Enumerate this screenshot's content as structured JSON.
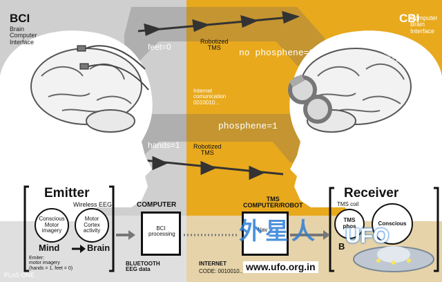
{
  "left": {
    "title": "BCI",
    "subtitle": "Brain\nComputer\nInterface",
    "motor_label": "Motor imagery"
  },
  "right": {
    "title": "CBI",
    "subtitle": "Computer\nBrain\nInterface",
    "light_label": "Light perception"
  },
  "top_beam": {
    "feet_label": "feet=0",
    "tms_label": "Robotized\nTMS",
    "phosphene_label": "no phosphene=0"
  },
  "middle": {
    "internet_label": "Internet\ncomunication\n0010010..."
  },
  "bottom_beam": {
    "hands_label": "hands=1",
    "tms_label": "Robotized\nTMS",
    "phosphene_label": "phosphene=1"
  },
  "emitter": {
    "title": "Emitter",
    "wireless": "Wireless EEG",
    "conscious": "Conscious\nMotor\nimagery",
    "motor_cortex": "Motor\nCortex\nactivity",
    "mind": "Mind",
    "brain": "Brain",
    "note": "Emiter:\nmotor imagery\n(hands = 1, feet = 0)"
  },
  "computer": {
    "title": "COMPUTER",
    "box_label": "BCI\nprocessing",
    "bluetooth": "BLUETOOTH\nEEG data"
  },
  "internet": {
    "label": "INTERNET",
    "code": "CODE: 0010010..."
  },
  "tms_robot": {
    "title": "TMS\nCOMPUTER/ROBOT",
    "box_label": "Nav"
  },
  "receiver": {
    "title": "Receiver",
    "tms_coil": "TMS coil",
    "tms_pho": "TMS\nphos",
    "conscious": "Conscious",
    "partial": "B"
  },
  "credit": "PLoS ONE",
  "watermark": {
    "cjk": "外星人",
    "ufo": "UFO",
    "url": "www.ufo.org.in"
  },
  "colors": {
    "gray": "#cfcfcf",
    "dark_gray": "#9d9d9d",
    "yellow": "#e8a91d",
    "dark_yellow": "#c98f10",
    "blue_watermark": "#2f7fd6"
  }
}
